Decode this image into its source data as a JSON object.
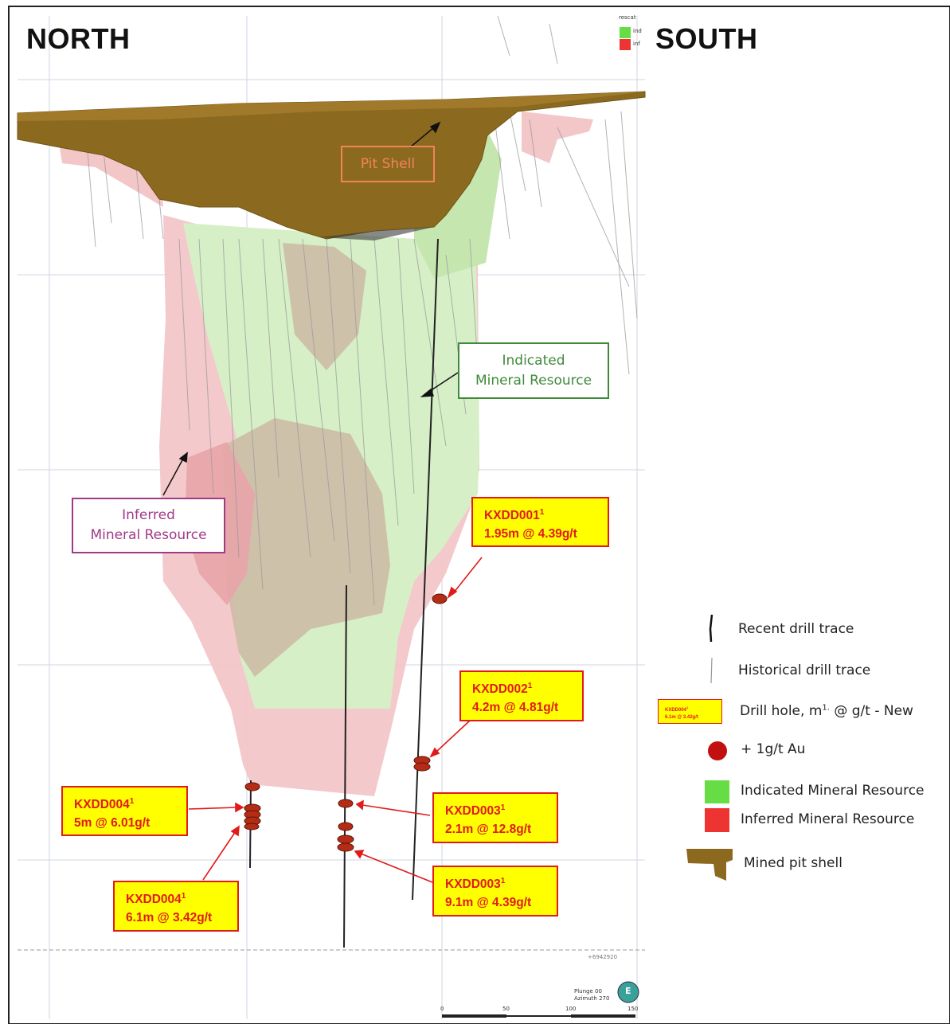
{
  "header": {
    "north": "NORTH",
    "south": "SOUTH"
  },
  "rescat_legend": {
    "title": "rescat",
    "items": [
      {
        "label": "ind",
        "color": "#66dd44"
      },
      {
        "label": "inf",
        "color": "#ee3333"
      }
    ]
  },
  "callouts": {
    "pit_shell": "Pit Shell",
    "indicated_line1": "Indicated",
    "indicated_line2": "Mineral Resource",
    "inferred_line1": "Inferred",
    "inferred_line2": "Mineral Resource"
  },
  "holes": [
    {
      "id": "KXDD001",
      "sup": "1",
      "value": "1.95m @ 4.39g/t"
    },
    {
      "id": "KXDD002",
      "sup": "1",
      "value": "4.2m @ 4.81g/t"
    },
    {
      "id": "KXDD004",
      "sup": "1",
      "value": "5m @ 6.01g/t"
    },
    {
      "id": "KXDD003",
      "sup": "1",
      "value": "2.1m @ 12.8g/t"
    },
    {
      "id": "KXDD004",
      "sup": "1",
      "value": "6.1m @ 3.42g/t"
    },
    {
      "id": "KXDD003",
      "sup": "1",
      "value": "9.1m @ 4.39g/t"
    }
  ],
  "legend": {
    "recent": "Recent drill trace",
    "historical": "Historical drill trace",
    "drill_hole_new": "Drill hole, m",
    "drill_hole_sup": "1.",
    "drill_hole_rest": " @ g/t - New",
    "sample_line1": "KXDD004",
    "sample_sup": "1",
    "sample_line2": "6.1m @ 3.42g/t",
    "au": "+ 1g/t Au",
    "indicated": "Indicated Mineral Resource",
    "inferred": "Inferred Mineral Resource",
    "pit": "Mined pit shell"
  },
  "colors": {
    "pit": "#8b6a1f",
    "indicated": "#cfecc0",
    "inferred": "#f3c6c8",
    "callout_pit": "#f0845a",
    "callout_ind": "#3f8a3a",
    "callout_inf": "#a03a88",
    "hole_red": "#e21a1a",
    "box_yellow": "#ffff00"
  },
  "view": {
    "plunge": "Plunge 00",
    "azimuth": "Azimuth 270",
    "compass": "E",
    "scale": [
      "0",
      "50",
      "100",
      "150"
    ],
    "northing": "+6942920"
  }
}
